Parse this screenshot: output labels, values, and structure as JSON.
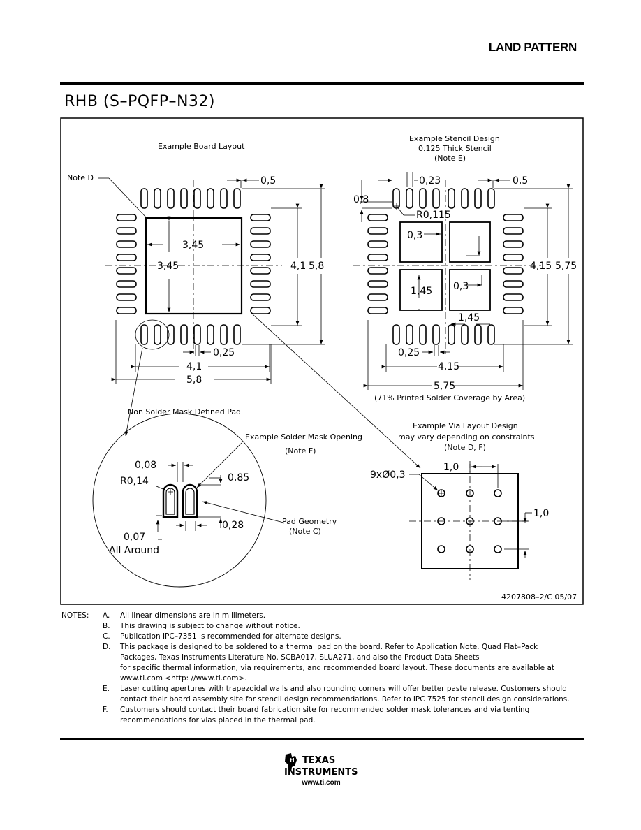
{
  "header": {
    "section_label": "LAND PATTERN",
    "package_title": "RHB (S–PQFP–N32)"
  },
  "drawing": {
    "board_layout": {
      "caption": "Example Board Layout",
      "note_d_callout": "Note D",
      "dims": {
        "pitch": "0,5",
        "pad_inner_h": "3,45",
        "pad_inner_v": "3,45",
        "span_v_inner": "4,1",
        "span_v_outer": "5,8",
        "pad_width": "0,25",
        "span_h_inner": "4,1",
        "span_h_outer": "5,8"
      }
    },
    "stencil": {
      "caption_line1": "Example Stencil Design",
      "caption_line2": "0.125 Thick Stencil",
      "caption_line3": "(Note E)",
      "coverage": "(71% Printed Solder Coverage by Area)",
      "dims": {
        "pad_len": "0,8",
        "aperture_width": "0,23",
        "pitch": "0,5",
        "corner_radius": "R0,115",
        "gap_a": "0,3",
        "gap_b": "0,3",
        "window": "1,45",
        "window_b": "1,45",
        "span_v_inner": "4,15",
        "span_v_outer": "5,75",
        "pad_width": "0,25",
        "span_h_inner": "4,15",
        "span_h_outer": "5,75"
      }
    },
    "detail": {
      "nsmd_label": "Non Solder Mask Defined Pad",
      "mask_opening_label": "Example Solder Mask Opening",
      "mask_opening_note": "(Note F)",
      "pad_geometry_label": "Pad Geometry",
      "pad_geometry_note": "(Note C)",
      "dims": {
        "spacing": "0,08",
        "radius": "R0,14",
        "length": "0,85",
        "width": "0,28",
        "clearance": "0,07",
        "all_around": "All Around"
      }
    },
    "via": {
      "caption_line1": "Example Via Layout Design",
      "caption_line2": "may vary depending on constraints",
      "caption_line3": "(Note D, F)",
      "dims": {
        "via_spec": "9xØ0,3",
        "pitch_h": "1,0",
        "pitch_v": "1,0"
      }
    },
    "drawing_number": "4207808–2/C 05/07"
  },
  "notes": {
    "heading": "NOTES:",
    "items": [
      {
        "letter": "A.",
        "text": "All linear dimensions are in millimeters."
      },
      {
        "letter": "B.",
        "text": "This drawing is subject to change without notice."
      },
      {
        "letter": "C.",
        "text": "Publication IPC–7351 is recommended for alternate designs."
      },
      {
        "letter": "D.",
        "text": "This package is designed to be soldered to a thermal pad on the board.  Refer to Application Note, Quad Flat–Pack\nPackages, Texas Instruments Literature No. SCBA017, SLUA271, and also the Product Data Sheets\nfor specific thermal information, via requirements, and recommended board layout.  These documents are available at\nwww.ti.com <http: //www.ti.com>."
      },
      {
        "letter": "E.",
        "text": "Laser cutting apertures with trapezoidal walls and also rounding corners will offer better paste release.  Customers should\ncontact their board assembly site for stencil design recommendations.  Refer to IPC 7525 for stencil design considerations."
      },
      {
        "letter": "F.",
        "text": "Customers should contact their board fabrication site for recommended solder mask tolerances and via tenting\nrecommendations for vias placed in the thermal pad."
      }
    ]
  },
  "footer": {
    "logo_line1": "TEXAS",
    "logo_line2": "INSTRUMENTS",
    "url": "www.ti.com"
  }
}
